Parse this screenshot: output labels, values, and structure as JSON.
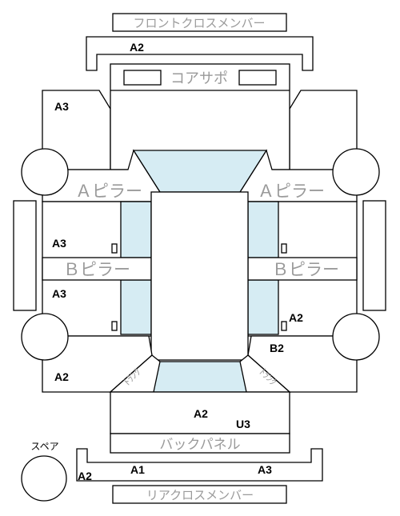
{
  "labels": {
    "front_cross_member": "フロントクロスメンバー",
    "core_support": "コアサポ",
    "a_pillar_left": "Ａピラー",
    "a_pillar_right": "Ａピラー",
    "b_pillar_left": "Ｂピラー",
    "b_pillar_right": "Ｂピラー",
    "trunk_left": "ﾄﾗﾝｸ",
    "trunk_right": "ﾄﾗﾝｸ",
    "back_panel": "バックパネル",
    "rear_cross_member": "リアクロスメンバー",
    "spare": "スペア"
  },
  "grades": {
    "front_cross_member": "A2",
    "front_left": "A3",
    "left_upper_sill": "A3",
    "left_lower_sill": "A3",
    "left_rear": "A2",
    "right_rear_sill": "A2",
    "right_rear": "B2",
    "trunk_floor": "A2",
    "trunk_floor_2": "U3",
    "spare": "A2",
    "rear_left": "A1",
    "rear_right": "A3"
  },
  "colors": {
    "line": "#000000",
    "glass": "#d6ecf3",
    "part_label": "#9a9a9a"
  }
}
